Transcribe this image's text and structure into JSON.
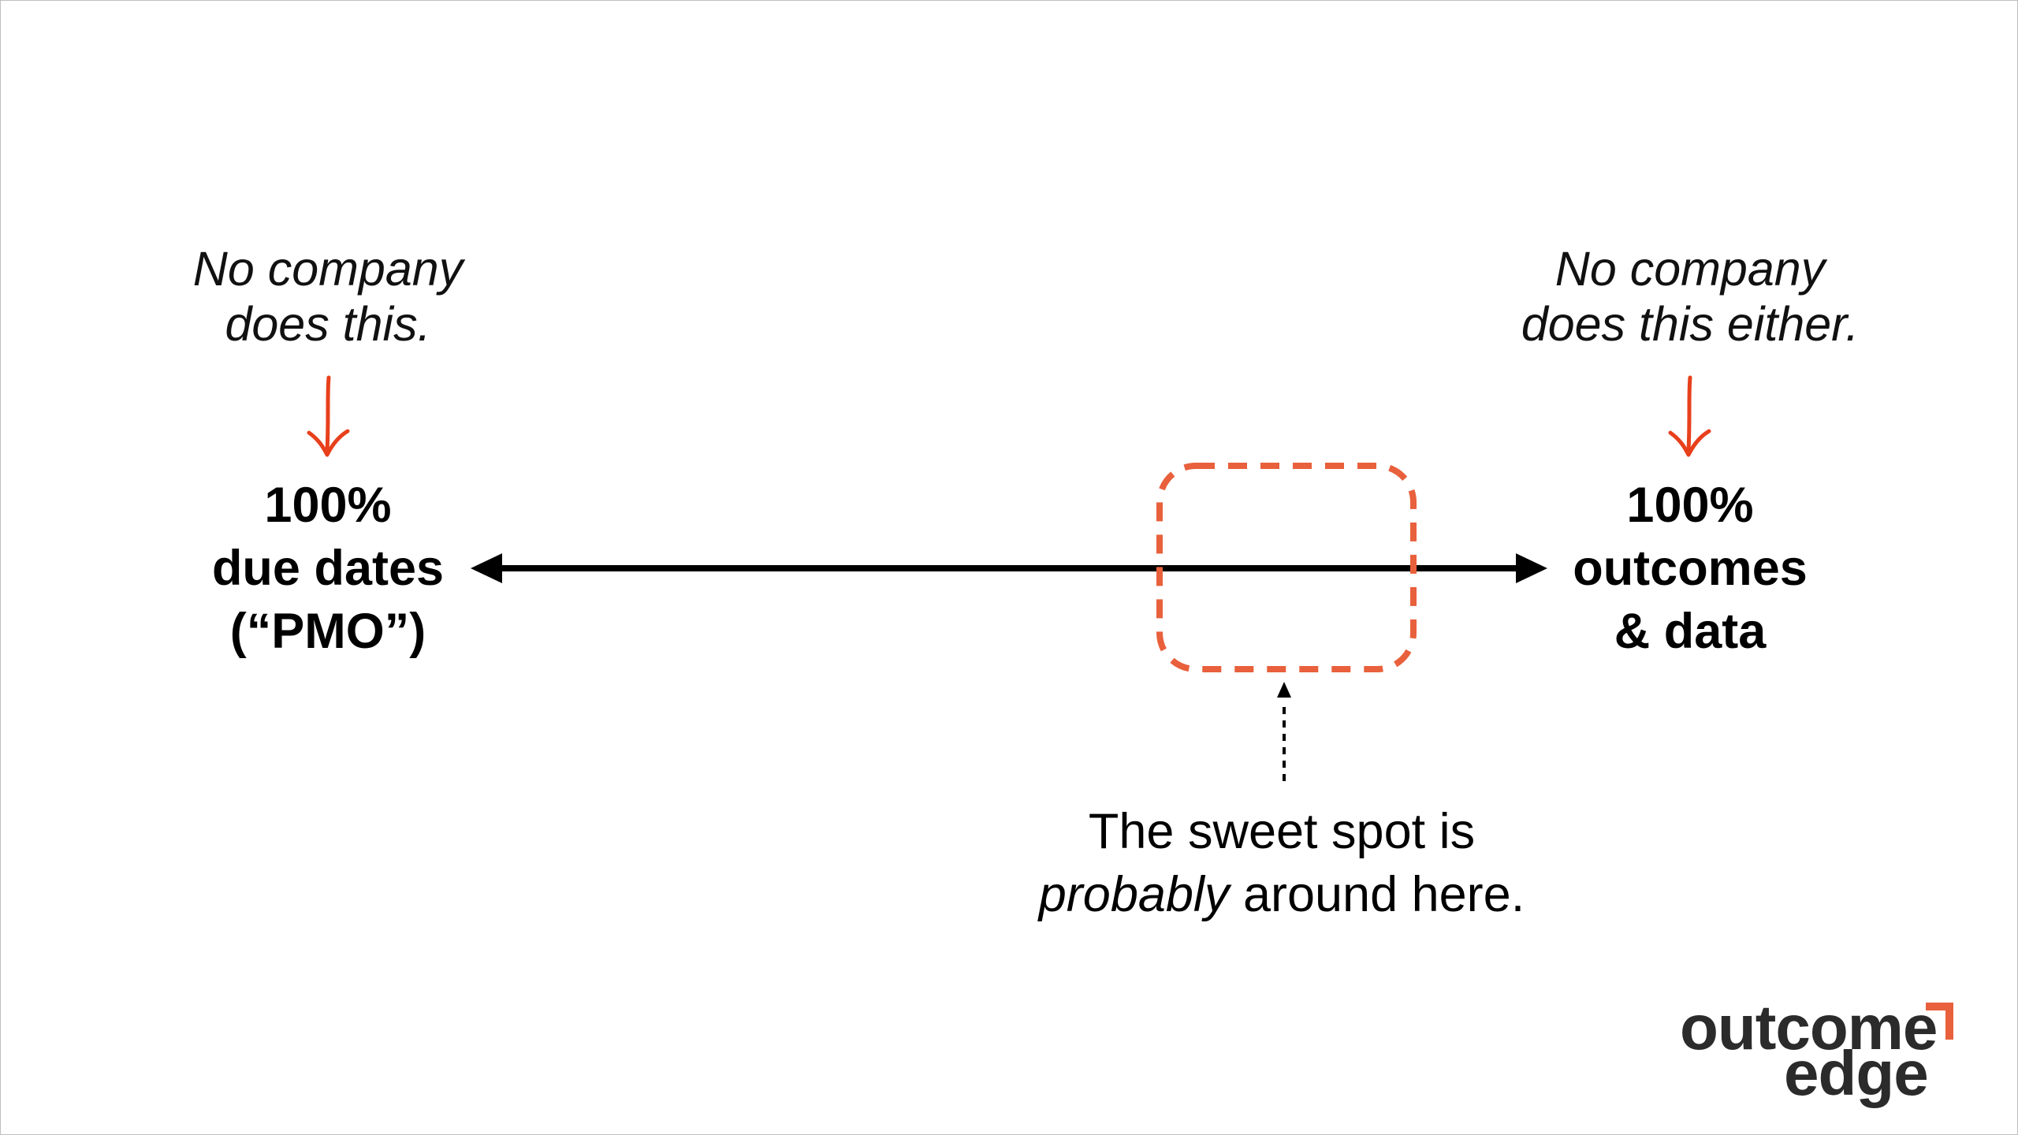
{
  "left_note": {
    "line1": "No company",
    "line2": "does this."
  },
  "right_note": {
    "line1": "No company",
    "line2": "does this either."
  },
  "left_end": {
    "line1": "100%",
    "line2": "due dates",
    "line3": "(“PMO”)"
  },
  "right_end": {
    "line1": "100%",
    "line2": "outcomes",
    "line3": "& data"
  },
  "caption": {
    "line1": "The sweet spot is",
    "line2_emphasis": "probably",
    "line2_rest": " around here."
  },
  "logo": {
    "word1": "outcome",
    "word2": "edge"
  },
  "colors": {
    "accent": "#E8603C",
    "note_arrow": "#E8401C",
    "axis": "#000000",
    "logo_text": "#2b2b2b"
  },
  "icons": {
    "left_note_arrow": "down-arrow-icon",
    "right_note_arrow": "down-arrow-icon",
    "logo_corner": "corner-bracket-icon"
  }
}
